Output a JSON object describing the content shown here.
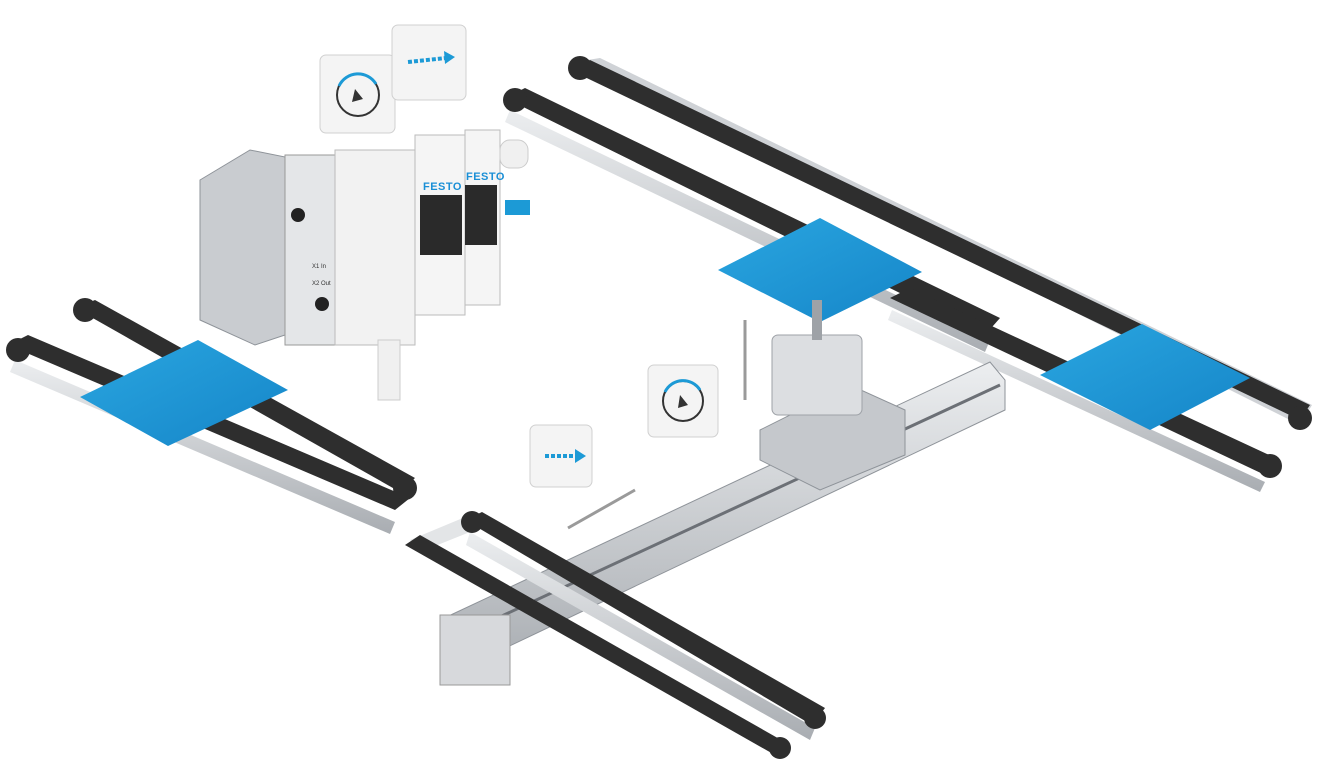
{
  "scene": {
    "brand_label": "FESTO",
    "port_labels": [
      "X1 In",
      "X2 Out"
    ],
    "icons": [
      "rotation-dial-icon",
      "linear-arrow-icon",
      "double-arrow-icon"
    ],
    "colors": {
      "belt": "#2e2e2e",
      "frame": "#d5d7da",
      "workpiece": "#1c9ad6",
      "brand": "#1a8fd6",
      "module": "#f2f2f2",
      "arrow": "#9a9a9a"
    }
  }
}
